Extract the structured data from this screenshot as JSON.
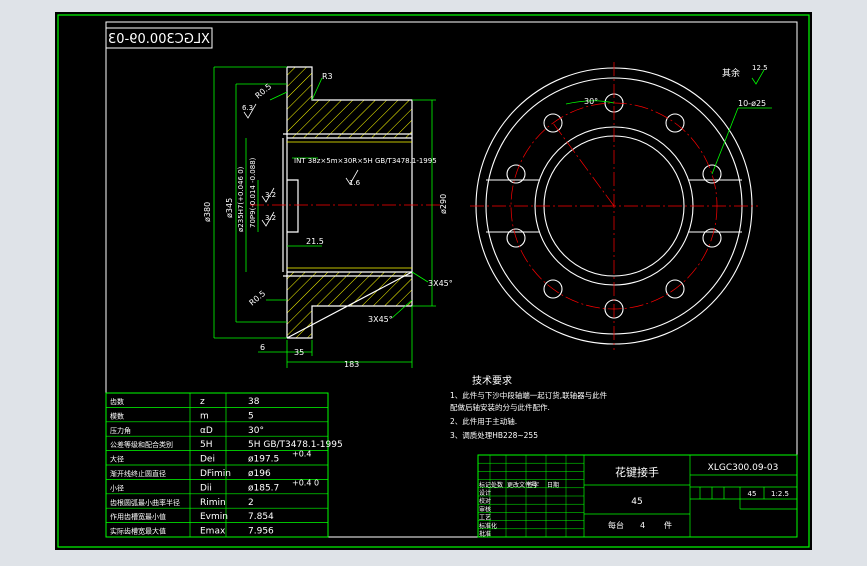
{
  "drawing": {
    "code_mirrored": "XLGC300.09-03",
    "part_name": "花键接手",
    "material": "45",
    "quantity_label": "每台",
    "quantity": "4",
    "unit_label": "件",
    "title_code": "XLGC300.09-03",
    "scale": "1:2.5",
    "weight": "45",
    "roughness_note_label": "其余",
    "roughness_note_value": "12.5",
    "hole_callout": "10-ø25",
    "angle_callout": "30°",
    "colors": {
      "background": "#000000",
      "outline": "#ffffff",
      "dimension": "#00ff00",
      "hatch": "#ffff00",
      "centerline": "#ff0000",
      "text": "#ffffff",
      "frame": "#00ff00"
    }
  },
  "dimensions": {
    "r3": "R3",
    "r05_top": "R0.5",
    "r05_bottom": "R0.5",
    "roughness_63": "6.3",
    "roughness_16": "1.6",
    "roughness_32a": "3.2",
    "roughness_32b": "3.2",
    "spline_callout": "INT 38z×5m×30R×5H GB/T3478.1-1995",
    "d380": "ø380",
    "d345": "ø345",
    "d235": "ø235H7(+0.046 0)",
    "d70": "70P9(-0.014 -0.088)",
    "d290": "ø290",
    "len_215": "21.5",
    "chamfer_right": "3X45°",
    "chamfer_bottom": "3X45°",
    "len_6": "6",
    "len_35": "35",
    "len_183": "183"
  },
  "technical_requirements": {
    "title": "技术要求",
    "items": [
      "1、此件与下沙中段轴端一起订货,联轴器与此件",
      "   配做后轴安装的分与此件配作.",
      "2、此件用于主动轴.",
      "3、调质处理HB228~255"
    ]
  },
  "spline_table": [
    {
      "name": "齿数",
      "symbol": "z",
      "value": "38",
      "sup": ""
    },
    {
      "name": "模数",
      "symbol": "m",
      "value": "5",
      "sup": ""
    },
    {
      "name": "压力角",
      "symbol": "αD",
      "value": "30°",
      "sup": ""
    },
    {
      "name": "公差等级和配合类别",
      "symbol": "5H",
      "value": "5H GB/T3478.1-1995",
      "sup": ""
    },
    {
      "name": "大径",
      "symbol": "Dei",
      "value": "ø197.5",
      "sup": "+0.4"
    },
    {
      "name": "渐开线终止圆直径",
      "symbol": "DFimin",
      "value": "ø196",
      "sup": ""
    },
    {
      "name": "小径",
      "symbol": "Dii",
      "value": "ø185.7",
      "sup": "+0.4 0"
    },
    {
      "name": "齿根圆弧最小曲率半径",
      "symbol": "Rimin",
      "value": "2",
      "sup": ""
    },
    {
      "name": "作用齿槽宽最小值",
      "symbol": "Evmin",
      "value": "7.854",
      "sup": ""
    },
    {
      "name": "实际齿槽宽最大值",
      "symbol": "Emax",
      "value": "7.956",
      "sup": ""
    }
  ],
  "title_block_headers": [
    "标记",
    "处数",
    "更改文件号",
    "签字",
    "日期"
  ],
  "title_block_roles": [
    "设计",
    "校对",
    "审核",
    "工艺",
    "标准化",
    "批准"
  ]
}
